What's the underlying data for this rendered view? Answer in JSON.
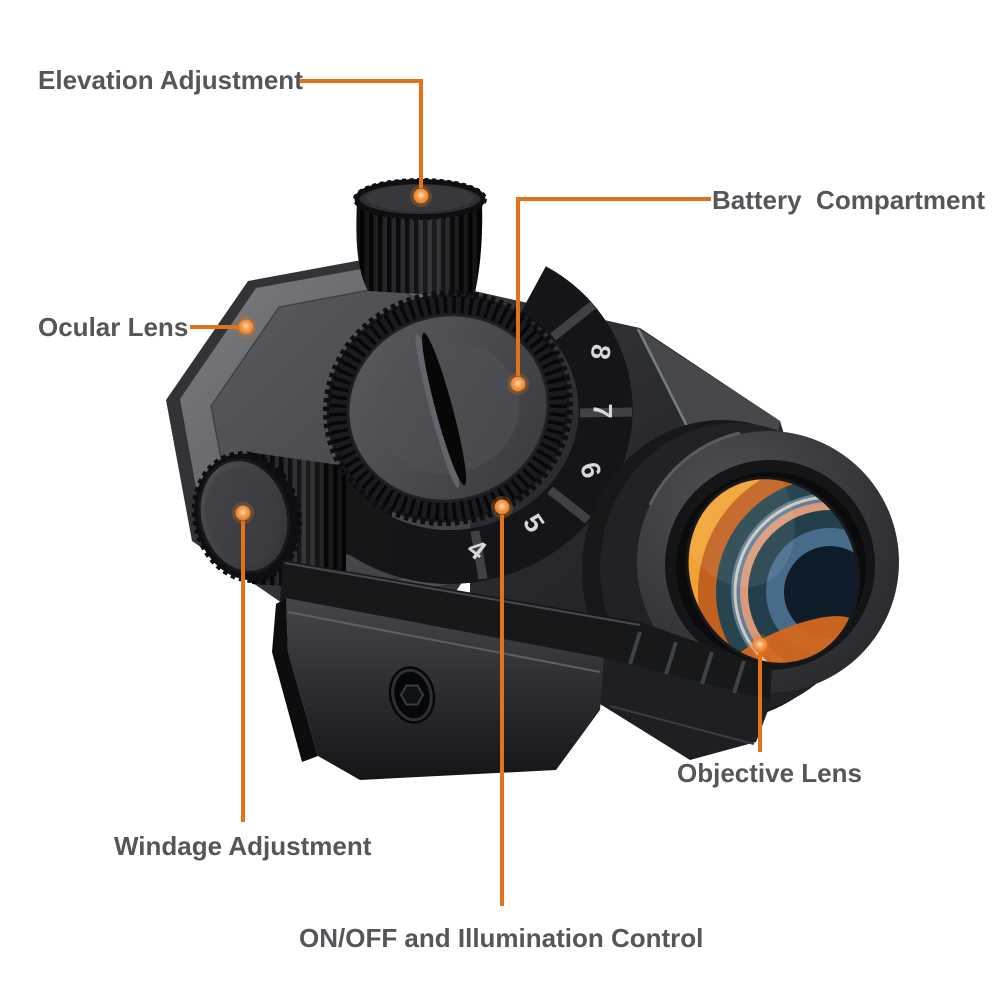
{
  "figure": {
    "background": "#FFFFFF",
    "callout_color": "#E2731A",
    "label_color": "#55565A",
    "labels": {
      "elevation": "Elevation Adjustment",
      "battery": "Battery  Compartment",
      "ocular": "Ocular Lens",
      "windage": "Windage Adjustment",
      "objective": "Objective Lens",
      "onoff": "ON/OFF and Illumination Control"
    },
    "dial_numbers": [
      "8",
      "7",
      "6",
      "5",
      "4"
    ],
    "colors": {
      "scope_body": "#1B1C1E",
      "housing_gray": "#55575C",
      "lens_amber": "#F1A232",
      "lens_orange": "#D4671F",
      "lens_blue": "#5E7E99",
      "dial_number_text": "#D7D8DA"
    }
  }
}
